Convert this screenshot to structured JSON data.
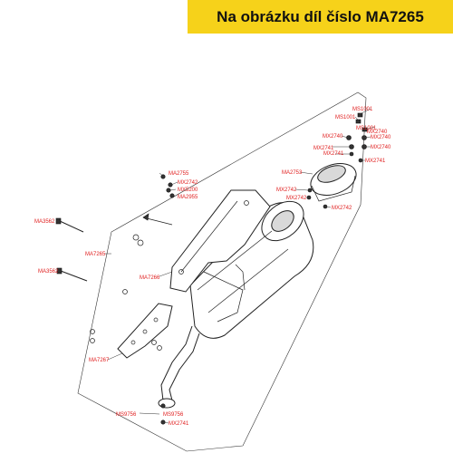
{
  "header": {
    "title": "Na obrázku díl číslo MA7265",
    "background_color": "#f6d21a"
  },
  "labels": {
    "ms1001_a": "MS1001",
    "ms1001_b": "MS1001",
    "ms1001_c": "MS1001",
    "mx2740_a": "MX2740",
    "mx2740_b": "MX2740",
    "mx2740_c": "MX2740",
    "mx2740_d": "MX2740",
    "mx2741_a": "MX2741",
    "mx2741_b": "MX2741",
    "mx2741_c": "MX2741",
    "mx2741_d": "MX2741",
    "ma2753": "MA2753",
    "mx2742_a": "MX2742",
    "mx2742_b": "MX2742",
    "mx2742_c": "MX2742",
    "mx2742_d": "MX2742",
    "ma2755": "MA2755",
    "mx5200": "MX5200",
    "ma2955": "MA2955",
    "ma3562_a": "MA3562",
    "ma3562_b": "MA3562",
    "ma7265": "MA7265",
    "ma7266": "MA7266",
    "ma7267": "MA7267",
    "ms9756_a": "MS9756",
    "ms9756_b": "MS9756"
  },
  "label_color": "#e02020"
}
